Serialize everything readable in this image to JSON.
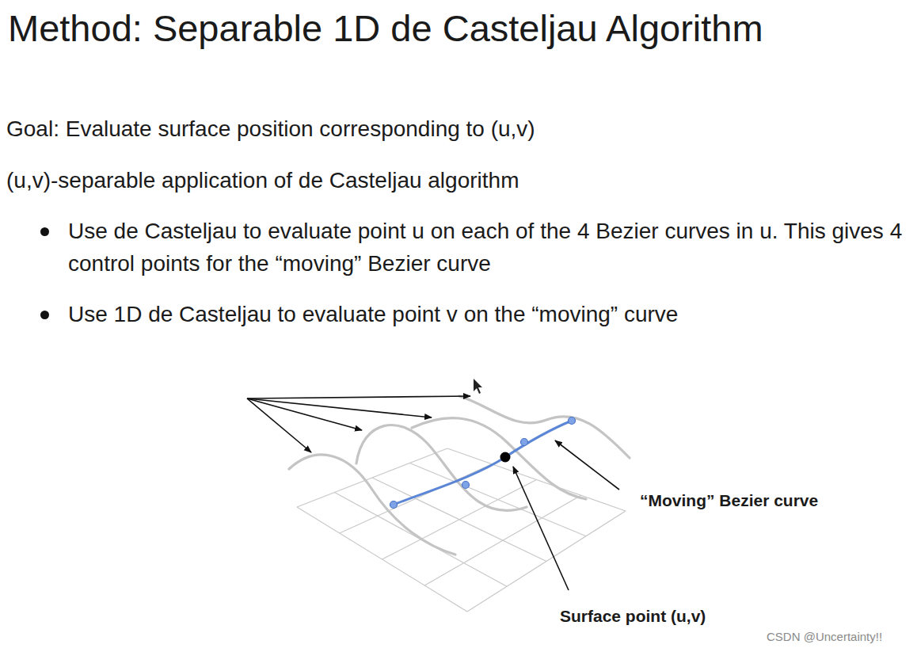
{
  "diagram": {
    "title": "Method: Separable 1D de Casteljau Algorithm",
    "labels": [
      "Goal: Evaluate surface position corresponding to (u,v)",
      "(u,v)-separable application of de Casteljau algorithm",
      "Use de Casteljau to evaluate point u on each of the 4 Bezier curves in u. This gives 4 control points for the “moving” Bezier curve",
      "Use 1D de Casteljau to evaluate point v on the “moving” curve",
      "“Moving” Bezier curve",
      "Surface point (u,v)",
      "CSDN @Uncertainty!!"
    ]
  }
}
